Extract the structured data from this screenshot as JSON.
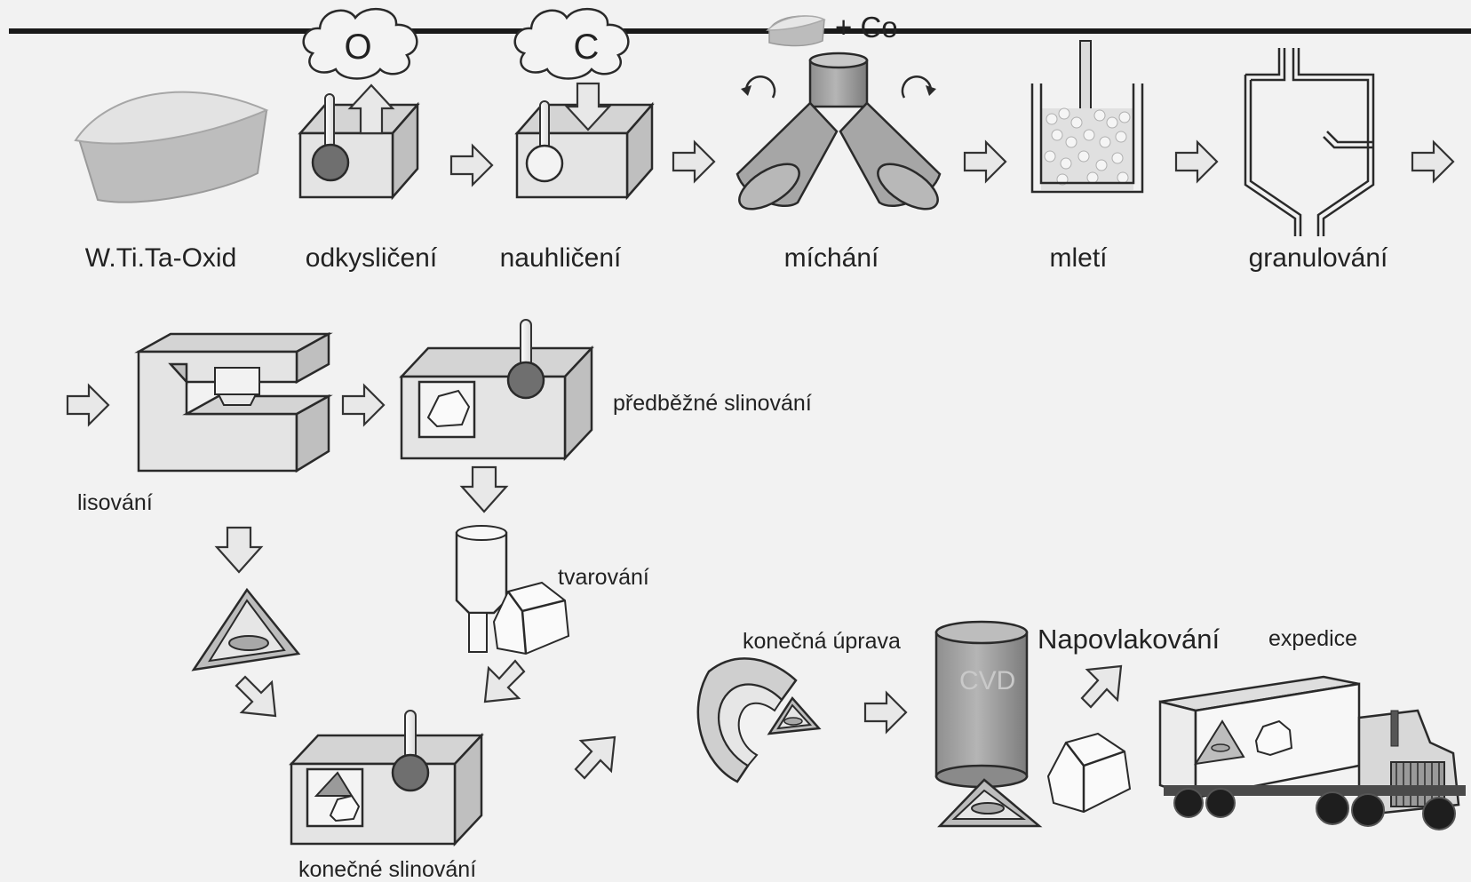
{
  "top_row": {
    "steps": [
      {
        "label": "W.Ti.Ta-Oxid"
      },
      {
        "label": "odkysličení",
        "cloud": "O"
      },
      {
        "label": "nauhličení",
        "cloud": "C"
      },
      {
        "label": "míchání"
      },
      {
        "label": "mletí"
      },
      {
        "label": "granulování"
      }
    ],
    "additive": "+ Co"
  },
  "middle_row": {
    "pressing": "lisování",
    "presintering": "předběžné slinování",
    "shaping": "tvarování",
    "final_sintering": "konečné slinování"
  },
  "bottom_row": {
    "finishing": "konečná úprava",
    "coating": "Napovlakování",
    "coating_method": "CVD",
    "shipping": "expedice"
  }
}
